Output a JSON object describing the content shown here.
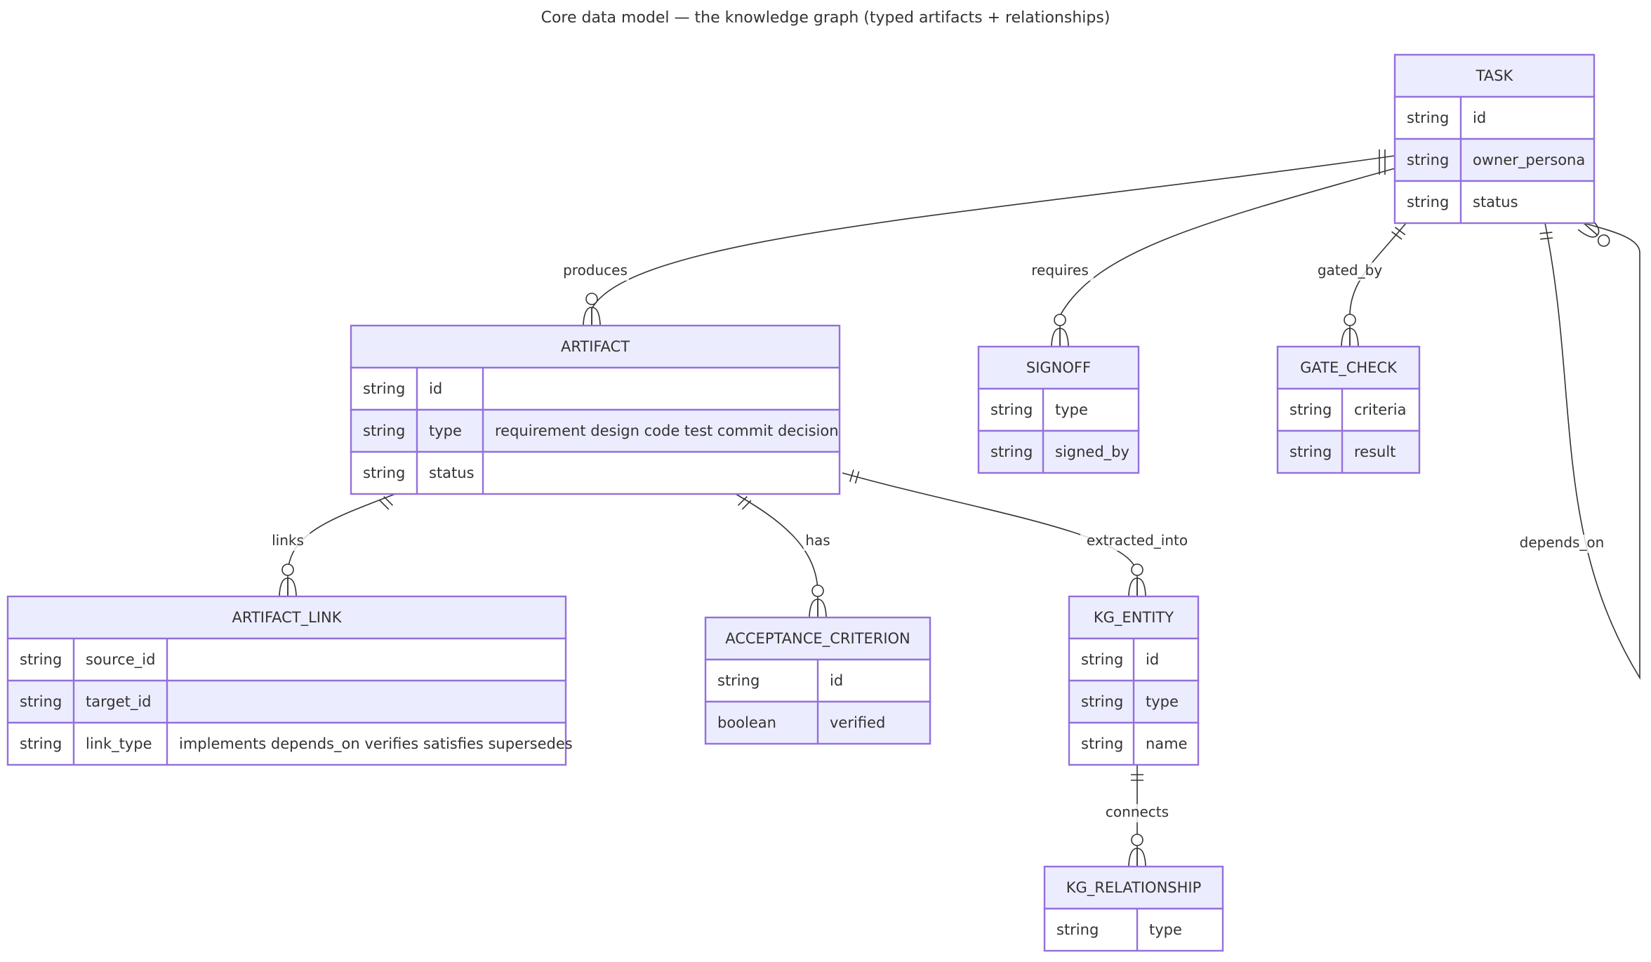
{
  "title": "Core data model — the knowledge graph (typed artifacts + relationships)",
  "entities": {
    "task": {
      "name": "TASK",
      "attributes": [
        [
          "string",
          "id",
          ""
        ],
        [
          "string",
          "owner_persona",
          ""
        ],
        [
          "string",
          "status",
          ""
        ]
      ]
    },
    "artifact": {
      "name": "ARTIFACT",
      "attributes": [
        [
          "string",
          "id",
          ""
        ],
        [
          "string",
          "type",
          "requirement design code test commit decision"
        ],
        [
          "string",
          "status",
          ""
        ]
      ]
    },
    "signoff": {
      "name": "SIGNOFF",
      "attributes": [
        [
          "string",
          "type",
          ""
        ],
        [
          "string",
          "signed_by",
          ""
        ]
      ]
    },
    "gate_check": {
      "name": "GATE_CHECK",
      "attributes": [
        [
          "string",
          "criteria",
          ""
        ],
        [
          "string",
          "result",
          ""
        ]
      ]
    },
    "artifact_link": {
      "name": "ARTIFACT_LINK",
      "attributes": [
        [
          "string",
          "source_id",
          ""
        ],
        [
          "string",
          "target_id",
          ""
        ],
        [
          "string",
          "link_type",
          "implements depends_on verifies satisfies supersedes"
        ]
      ]
    },
    "acceptance_criterion": {
      "name": "ACCEPTANCE_CRITERION",
      "attributes": [
        [
          "string",
          "id",
          ""
        ],
        [
          "boolean",
          "verified",
          ""
        ]
      ]
    },
    "kg_entity": {
      "name": "KG_ENTITY",
      "attributes": [
        [
          "string",
          "id",
          ""
        ],
        [
          "string",
          "type",
          ""
        ],
        [
          "string",
          "name",
          ""
        ]
      ]
    },
    "kg_relationship": {
      "name": "KG_RELATIONSHIP",
      "attributes": [
        [
          "string",
          "type",
          ""
        ]
      ]
    }
  },
  "relationships": [
    {
      "from": "task",
      "to": "artifact",
      "label": "produces",
      "from_card": "exactly-one",
      "to_card": "zero-or-more"
    },
    {
      "from": "task",
      "to": "signoff",
      "label": "requires",
      "from_card": "exactly-one",
      "to_card": "zero-or-more"
    },
    {
      "from": "task",
      "to": "gate_check",
      "label": "gated_by",
      "from_card": "exactly-one",
      "to_card": "zero-or-more"
    },
    {
      "from": "task",
      "to": "task",
      "label": "depends_on",
      "from_card": "exactly-one",
      "to_card": "zero-or-more"
    },
    {
      "from": "artifact",
      "to": "artifact_link",
      "label": "links",
      "from_card": "exactly-one",
      "to_card": "zero-or-more"
    },
    {
      "from": "artifact",
      "to": "acceptance_criterion",
      "label": "has",
      "from_card": "exactly-one",
      "to_card": "zero-or-more"
    },
    {
      "from": "artifact",
      "to": "kg_entity",
      "label": "extracted_into",
      "from_card": "exactly-one",
      "to_card": "zero-or-more"
    },
    {
      "from": "kg_entity",
      "to": "kg_relationship",
      "label": "connects",
      "from_card": "exactly-one",
      "to_card": "zero-or-more"
    }
  ],
  "colors": {
    "entity_fill": "#ececff",
    "entity_stroke": "#9370db",
    "row_alt_fill": "#ffffff",
    "line": "#333333",
    "text": "#333333"
  }
}
